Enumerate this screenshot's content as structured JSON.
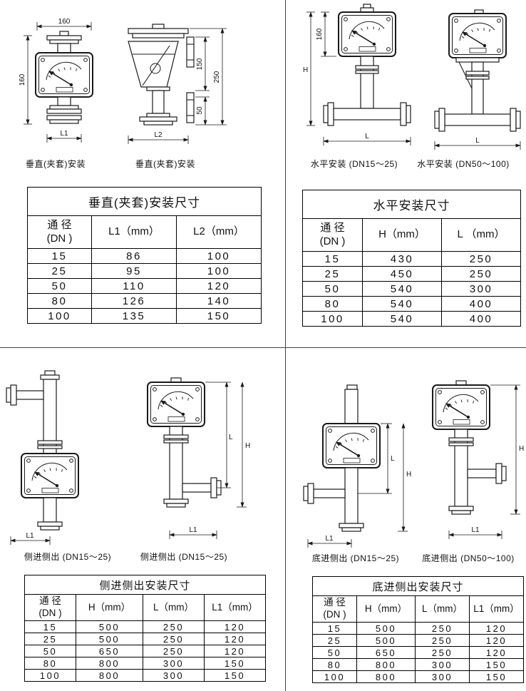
{
  "page": {
    "bg_color": "#ffffff",
    "line_color": "#1a1a1a"
  },
  "vertical_section": {
    "caption1": "垂直(夹套)安装",
    "caption2": "垂直(夹套)安装",
    "dims": {
      "top_width": "160",
      "left_height": "160",
      "bottom1": "L1",
      "right_outer": "250",
      "right_mid": "150",
      "right_lower": "50",
      "bottom2": "L2"
    },
    "table": {
      "title": "垂直(夹套)安装尺寸",
      "dn_header_line1": "通  径",
      "dn_header_line2": "(DN )",
      "col_headers": [
        "L1（mm）",
        "L2（mm）"
      ],
      "rows": [
        [
          "15",
          "86",
          "100"
        ],
        [
          "25",
          "95",
          "100"
        ],
        [
          "50",
          "110",
          "120"
        ],
        [
          "80",
          "126",
          "140"
        ],
        [
          "100",
          "135",
          "150"
        ]
      ]
    }
  },
  "horizontal_section": {
    "caption1": "水平安装 (DN15～25)",
    "caption2": "水平安装 (DN50～100)",
    "dims": {
      "height_h": "H",
      "gauge_height": "160",
      "length_l1": "L",
      "length_l2": "L"
    },
    "table": {
      "title": "水平安装尺寸",
      "dn_header_line1": "通  径",
      "dn_header_line2": "(DN )",
      "col_headers": [
        "H（mm）",
        "L （mm）"
      ],
      "rows": [
        [
          "15",
          "430",
          "250"
        ],
        [
          "25",
          "450",
          "250"
        ],
        [
          "50",
          "540",
          "300"
        ],
        [
          "80",
          "540",
          "400"
        ],
        [
          "100",
          "540",
          "400"
        ]
      ]
    }
  },
  "side_section": {
    "caption1": "侧进侧出 (DN15～25)",
    "caption2": "侧进侧出 (DN15～25)",
    "dims": {
      "bottom1": "L1",
      "height_h": "H",
      "length_l": "L",
      "bottom2": "L1"
    },
    "table": {
      "title": "侧进侧出安装尺寸",
      "dn_header_line1": "通  径",
      "dn_header_line2": "(DN )",
      "col_headers": [
        "H（mm）",
        "L（mm）",
        "L1（mm）"
      ],
      "rows": [
        [
          "15",
          "500",
          "250",
          "120"
        ],
        [
          "25",
          "500",
          "250",
          "120"
        ],
        [
          "50",
          "650",
          "250",
          "120"
        ],
        [
          "80",
          "800",
          "300",
          "150"
        ],
        [
          "100",
          "800",
          "300",
          "150"
        ]
      ]
    }
  },
  "bottom_section": {
    "caption1": "底进侧出 (DN15～25)",
    "caption2": "底进侧出 (DN50～100)",
    "dims": {
      "height_h": "H",
      "length_l": "L",
      "bottom1": "L1",
      "height_h2": "H",
      "bottom2": "L1"
    },
    "table": {
      "title": "底进侧出安装尺寸",
      "dn_header_line1": "通  径",
      "dn_header_line2": "(DN )",
      "col_headers": [
        "H（mm）",
        "L（mm）",
        "L1（mm）"
      ],
      "rows": [
        [
          "15",
          "500",
          "250",
          "120"
        ],
        [
          "25",
          "500",
          "250",
          "120"
        ],
        [
          "50",
          "650",
          "250",
          "120"
        ],
        [
          "80",
          "800",
          "300",
          "150"
        ],
        [
          "100",
          "800",
          "300",
          "150"
        ]
      ]
    }
  }
}
